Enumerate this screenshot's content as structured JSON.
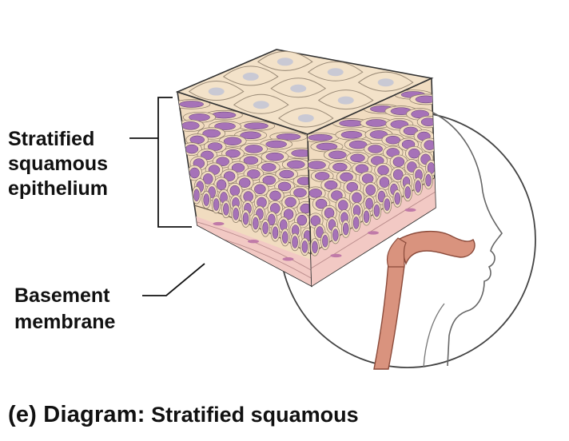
{
  "labels": {
    "epithelium": [
      "Stratified",
      "squamous",
      "epithelium"
    ],
    "basement_membrane": [
      "Basement",
      "membrane"
    ]
  },
  "caption": {
    "prefix": "(e) Diagram:",
    "text": "Stratified squamous"
  },
  "colors": {
    "cell_fill": "#f1dcc0",
    "top_cell_fill": "#f3e2c9",
    "nucleus": "#a672b8",
    "top_nucleus": "#c9c9d4",
    "basal_band": "#f2c9c4",
    "tissue_pink": "#e9b7b3",
    "esophagus": "#d9937e",
    "outline": "#333333"
  }
}
